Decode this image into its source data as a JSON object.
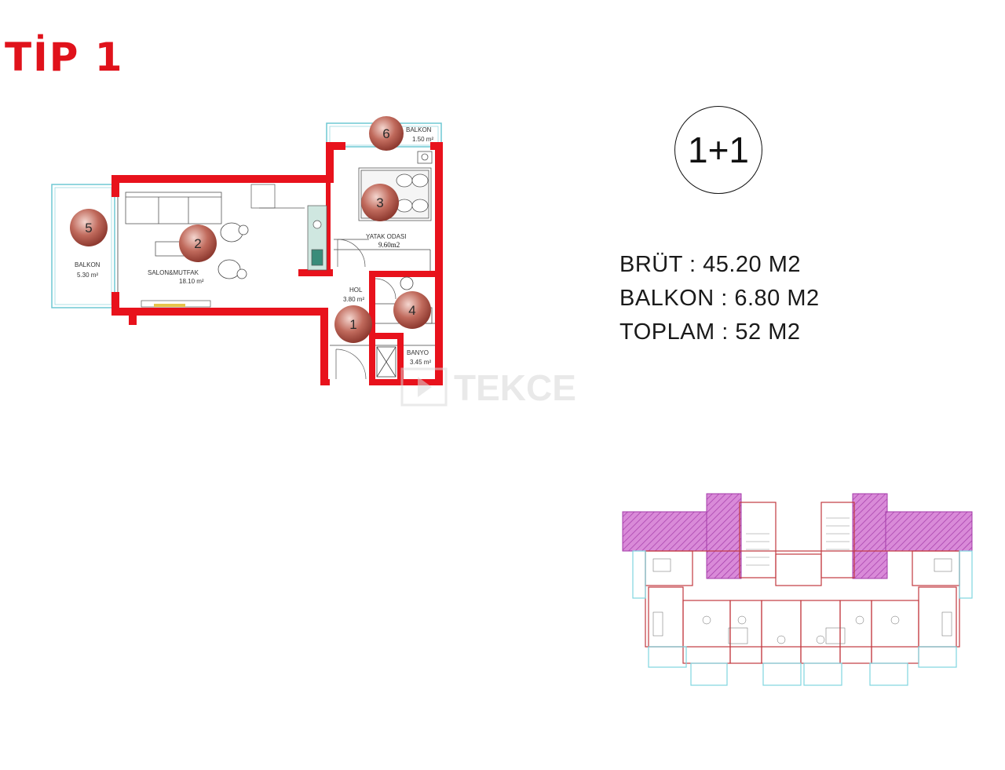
{
  "title": "TİP 1",
  "unit_type": "1+1",
  "areas": {
    "brut": "BRÜT : 45.20 M2",
    "balkon": "BALKON : 6.80 M2",
    "toplam": "TOPLAM : 52 M2"
  },
  "rooms": {
    "balkon_top": {
      "name": "BALKON",
      "area": "1.50 m²"
    },
    "yatak": {
      "name": "YATAK ODASI",
      "area": "9.60m2"
    },
    "salon": {
      "name": "SALON&MUTFAK",
      "area": "18.10 m²"
    },
    "balkon_left": {
      "name": "BALKON",
      "area": "5.30 m²"
    },
    "hol": {
      "name": "HOL",
      "area": "3.80 m²"
    },
    "banyo": {
      "name": "BANYO",
      "area": "3.45 m²"
    }
  },
  "markers": [
    "1",
    "2",
    "3",
    "4",
    "5",
    "6"
  ],
  "watermark": "TEKCE",
  "colors": {
    "wall": "#e8121c",
    "marker": "#b85a4e",
    "title": "#e0121b",
    "highlight": "#c84fd0",
    "balcony": "#7fd6e0"
  }
}
